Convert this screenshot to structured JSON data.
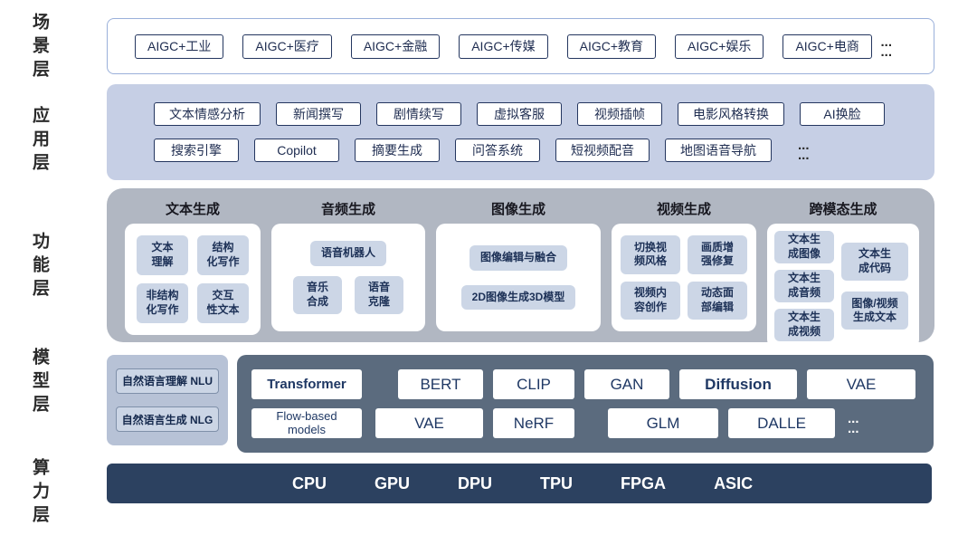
{
  "colors": {
    "chip_border_navy": "#24365f",
    "scene_border_blue": "#9ab0da",
    "application_bg": "#c6cfe5",
    "functional_bg": "#b1b7c2",
    "subchip_bg": "#ccd6e6",
    "nlp_panel_bg": "#b7c2d6",
    "model_panel_bg": "#5b6b7e",
    "compute_bg": "#2c4160"
  },
  "scene": {
    "label": "场景层",
    "items": [
      "AIGC+工业",
      "AIGC+医疗",
      "AIGC+金融",
      "AIGC+传媒",
      "AIGC+教育",
      "AIGC+娱乐",
      "AIGC+电商"
    ],
    "ellipsis": [
      "...",
      "..."
    ]
  },
  "application": {
    "label": "应用层",
    "row1": [
      "文本情感分析",
      "新闻撰写",
      "剧情续写",
      "虚拟客服",
      "视频插帧",
      "电影风格转换",
      "AI换脸"
    ],
    "row2": [
      "搜索引擎",
      "Copilot",
      "摘要生成",
      "问答系统",
      "短视频配音",
      "地图语音导航"
    ],
    "ellipsis": [
      "...",
      "..."
    ]
  },
  "functional": {
    "label": "功能层",
    "groups": [
      {
        "title": "文本生成",
        "items": [
          "文本理解",
          "结构化写作",
          "非结构化写作",
          "交互性文本"
        ]
      },
      {
        "title": "音频生成",
        "items": [
          "语音机器人",
          "音乐合成",
          "语音克隆"
        ]
      },
      {
        "title": "图像生成",
        "items": [
          "图像编辑与融合",
          "2D图像生成3D模型"
        ]
      },
      {
        "title": "视频生成",
        "items": [
          "切换视频风格",
          "画质增强修复",
          "视频内容创作",
          "动态面部编辑"
        ]
      },
      {
        "title": "跨模态生成",
        "items": [
          "文本生成图像",
          "文本生成音频",
          "文本生成视频",
          "文本生成代码",
          "图像/视频生成文本"
        ]
      }
    ]
  },
  "model": {
    "label": "模型层",
    "nlp_items": [
      "自然语言理解 NLU",
      "自然语言生成 NLG"
    ],
    "row1": [
      "Transformer",
      "BERT",
      "CLIP",
      "GAN",
      "Diffusion",
      "VAE"
    ],
    "row2": [
      "Flow-based models",
      "VAE",
      "NeRF",
      "GLM",
      "DALLE"
    ],
    "ellipsis": [
      "...",
      "..."
    ]
  },
  "compute": {
    "label": "算力层",
    "items": [
      "CPU",
      "GPU",
      "DPU",
      "TPU",
      "FPGA",
      "ASIC"
    ]
  }
}
